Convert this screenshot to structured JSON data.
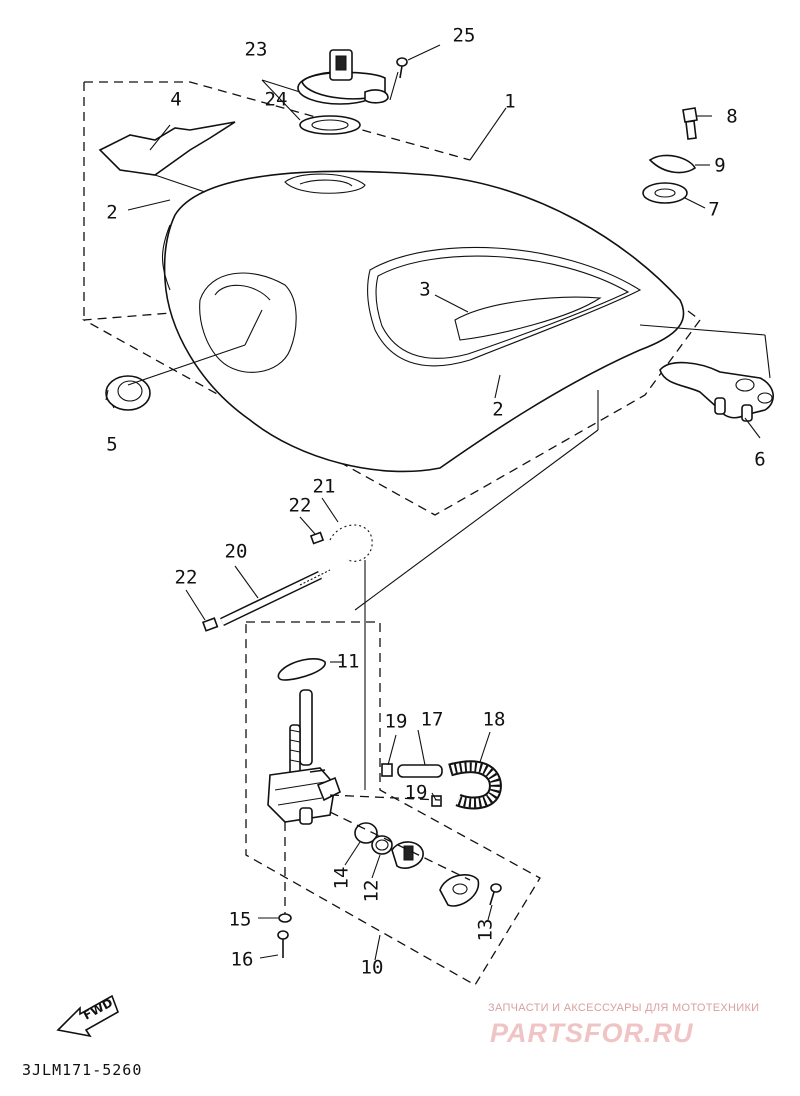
{
  "diagram": {
    "doc_code": "3JLM171-5260",
    "fwd_label": "FWD",
    "watermark_text": "ЗАПЧАСТИ И АКСЕССУАРЫ ДЛЯ МОТОТЕХНИКИ",
    "watermark_brand": "PARTSFOR.RU",
    "callouts": {
      "c1": "1",
      "c2a": "2",
      "c2b": "2",
      "c3": "3",
      "c4": "4",
      "c5": "5",
      "c6": "6",
      "c7": "7",
      "c8": "8",
      "c9": "9",
      "c10": "10",
      "c11": "11",
      "c12": "12",
      "c13": "13",
      "c14": "14",
      "c15": "15",
      "c16": "16",
      "c17": "17",
      "c18": "18",
      "c19a": "19",
      "c19b": "19",
      "c20": "20",
      "c21": "21",
      "c22a": "22",
      "c22b": "22",
      "c23": "23",
      "c24": "24",
      "c25": "25"
    },
    "colors": {
      "line": "#111111",
      "watermark": "#f0c4c4"
    }
  }
}
